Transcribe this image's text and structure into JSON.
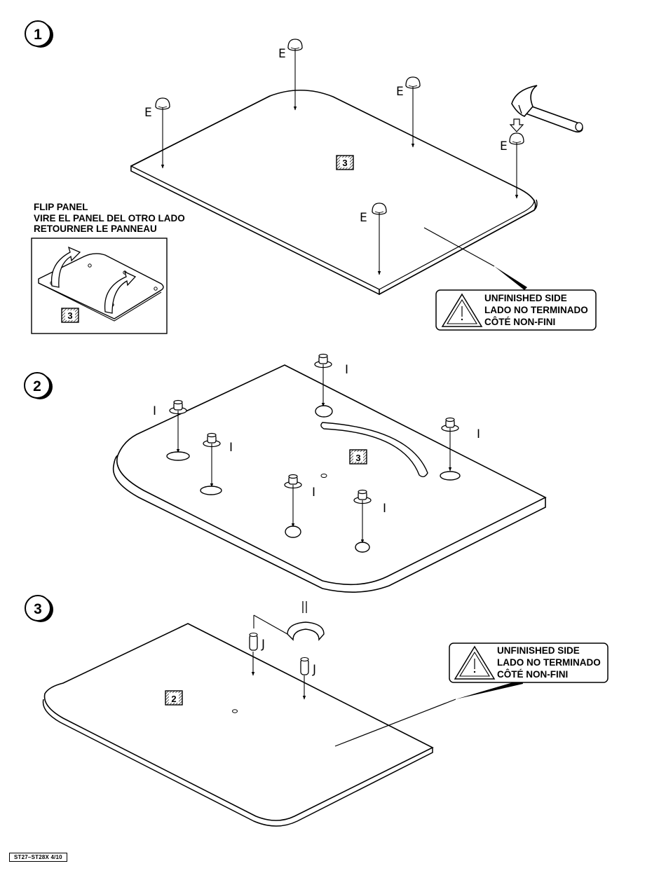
{
  "steps": [
    {
      "number": "1",
      "part_label": "E",
      "panel_number": "3"
    },
    {
      "number": "2",
      "part_label": "I",
      "panel_number": "3"
    },
    {
      "number": "3",
      "part_label": "J",
      "panel_number": "2"
    }
  ],
  "flip_panel": {
    "lines": [
      "FLIP PANEL",
      "VIRE EL PANEL DEL OTRO LADO",
      "RETOURNER LE PANNEAU"
    ],
    "panel_number": "3"
  },
  "warning": {
    "lines": [
      "UNFINISHED SIDE",
      "LADO NO TERMINADO",
      "CÔTÉ NON-FINI"
    ],
    "icon": "warning-triangle-icon"
  },
  "footer": {
    "code": "ST27–ST28X  4/10"
  }
}
